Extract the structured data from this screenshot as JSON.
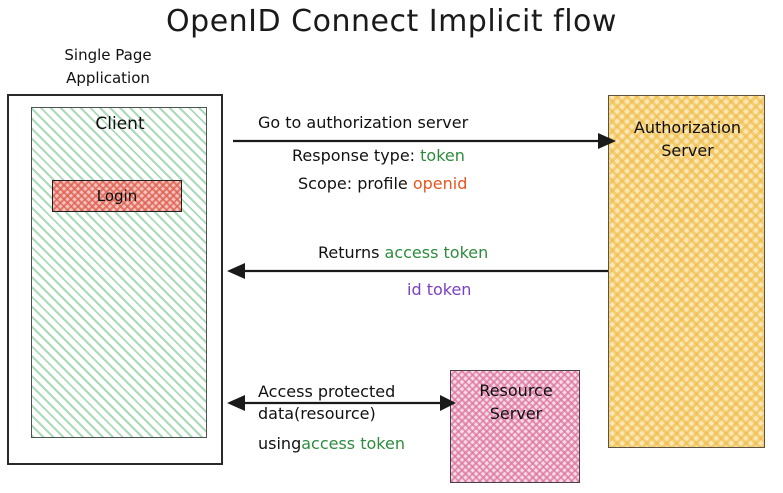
{
  "diagram": {
    "title": "OpenID Connect Implicit flow",
    "spa": {
      "label_line1": "Single Page",
      "label_line2": "Application"
    },
    "client": {
      "label": "Client",
      "button_label": "Login"
    },
    "authorization_server": {
      "label_line1": "Authorization",
      "label_line2": "Server"
    },
    "resource_server": {
      "label_line1": "Resource",
      "label_line2": "Server"
    },
    "flows": {
      "step1": {
        "line1": "Go to authorization server",
        "line2_prefix": "Response type: ",
        "line2_value": "token",
        "line3_prefix": "Scope: profile ",
        "line3_value": "openid"
      },
      "step2": {
        "line1_prefix": "Returns ",
        "line1_value": "access token",
        "line2_value": "id token"
      },
      "step3": {
        "line1": "Access protected",
        "line2": "data(resource)",
        "line3_prefix": "using",
        "line3_value": "access token"
      }
    },
    "colors": {
      "token_green": "#2e8b3d",
      "openid_orange": "#e8551f",
      "id_token_purple": "#7b3fbf",
      "client_fill": "#78c48c",
      "login_fill": "#df5f50",
      "auth_server_fill": "#f0ba46",
      "resource_server_fill": "#dd739e",
      "stroke": "#1a1a1a"
    }
  }
}
